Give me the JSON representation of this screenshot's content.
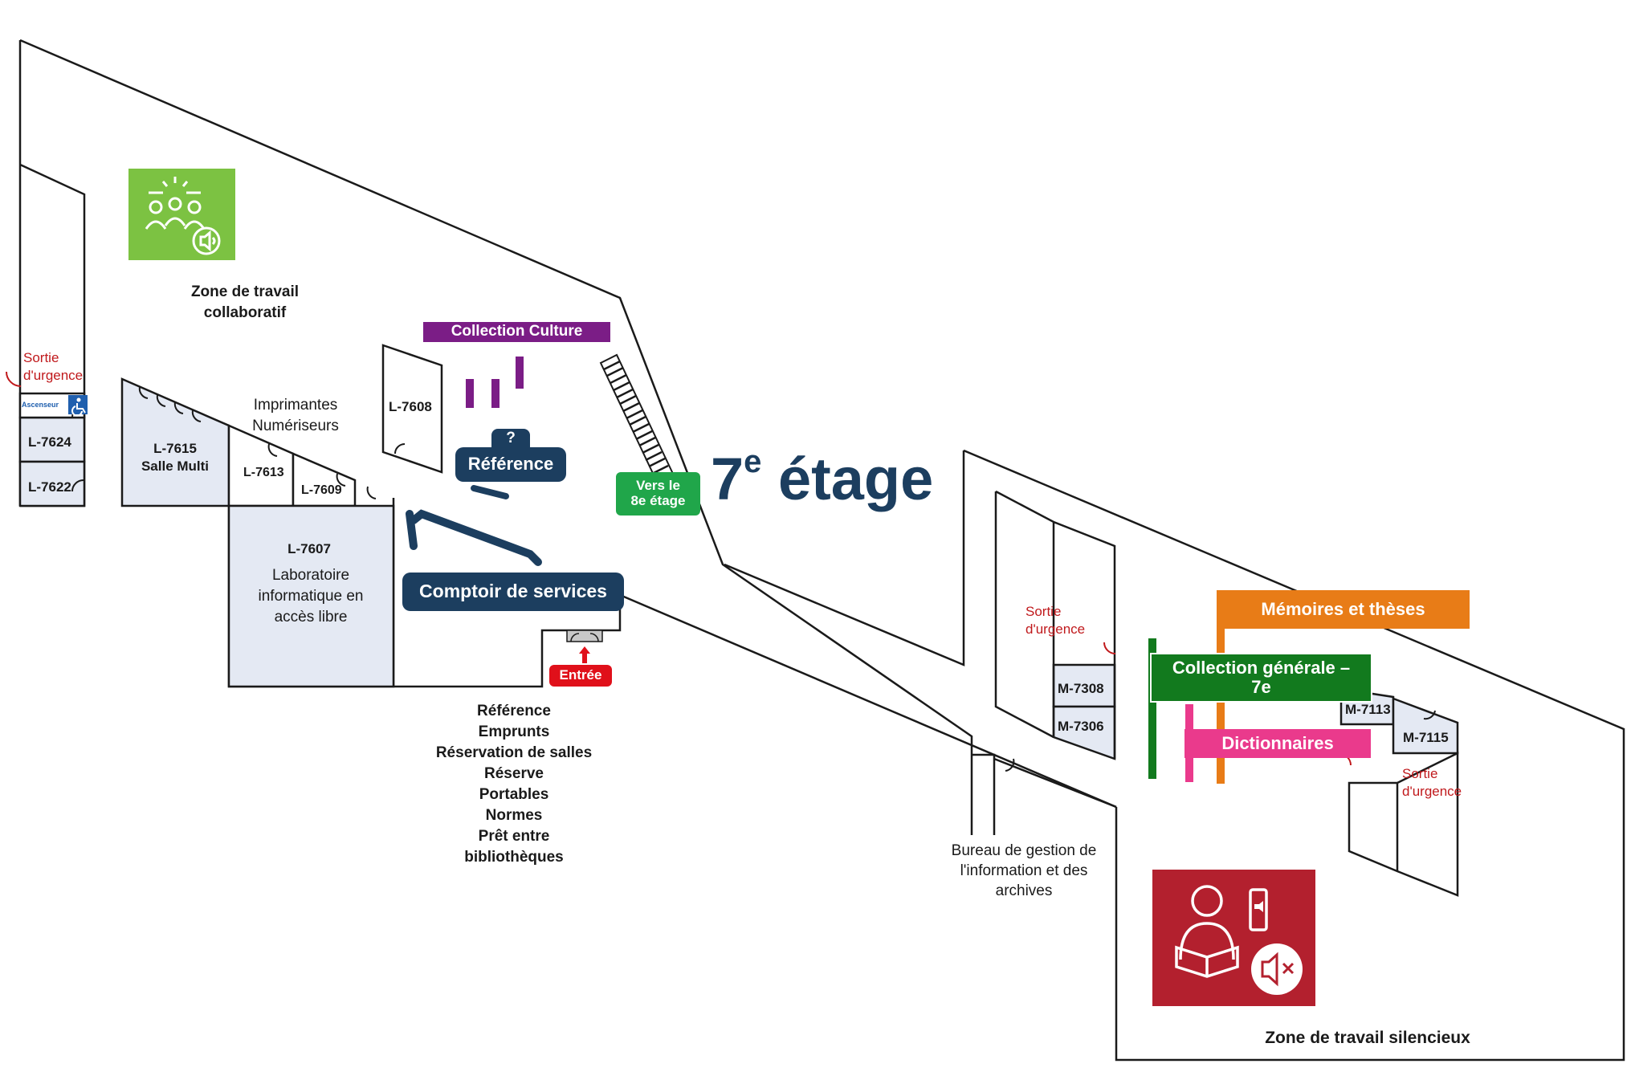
{
  "floor": {
    "title": "7",
    "title_sup": "e",
    "title_rest": " étage"
  },
  "zones": {
    "collab_l1": "Zone de travail",
    "collab_l2": "collaboratif",
    "silent": "Zone de travail silencieux",
    "imprimantes": "Imprimantes",
    "numeriseurs": "Numériseurs",
    "bureau_l1": "Bureau de gestion de",
    "bureau_l2": "l'information et des",
    "bureau_l3": "archives"
  },
  "emergency": {
    "l1": "Sortie",
    "l2": "d'urgence"
  },
  "elevator": {
    "label": "Ascenseur",
    "icon": "wheelchair-icon"
  },
  "rooms": {
    "l7624": "L-7624",
    "l7622": "L-7622",
    "l7615": "L-7615",
    "l7615_sub": "Salle Multi",
    "l7613": "L-7613",
    "l7609": "L-7609",
    "l7608": "L-7608",
    "l7607": "L-7607",
    "l7607_l1": "Laboratoire",
    "l7607_l2": "informatique en",
    "l7607_l3": "accès libre",
    "m7308": "M-7308",
    "m7306": "M-7306",
    "m7113": "M-7113",
    "m7115": "M-7115"
  },
  "signs": {
    "collection_culture": "Collection Culture",
    "reference_q": "?",
    "reference": "Référence",
    "comptoir": "Comptoir de services",
    "entree": "Entrée",
    "vers_l1": "Vers le",
    "vers_l2": "8e étage",
    "memoires": "Mémoires et thèses",
    "collection_generale_l1": "Collection générale –",
    "collection_generale_l2": "7e",
    "dictionnaires": "Dictionnaires"
  },
  "services": [
    "Référence",
    "Emprunts",
    "Réservation de salles",
    "Réserve",
    "Portables",
    "Normes",
    "Prêt entre",
    "bibliothèques"
  ],
  "icons": {
    "collab": "group-collaboration-icon",
    "silent": "silent-reading-icon"
  },
  "colors": {
    "navy": "#1c3e5f",
    "purple": "#7b1d86",
    "green_sign": "#20a64a",
    "dark_green": "#127a1e",
    "orange": "#e87c17",
    "pink": "#ea3a8c",
    "red_entry": "#e0101a",
    "collab_green": "#7cc242",
    "silent_red": "#b3202e",
    "room_fill": "#e4e9f3",
    "emergency_red": "#c0191c"
  }
}
